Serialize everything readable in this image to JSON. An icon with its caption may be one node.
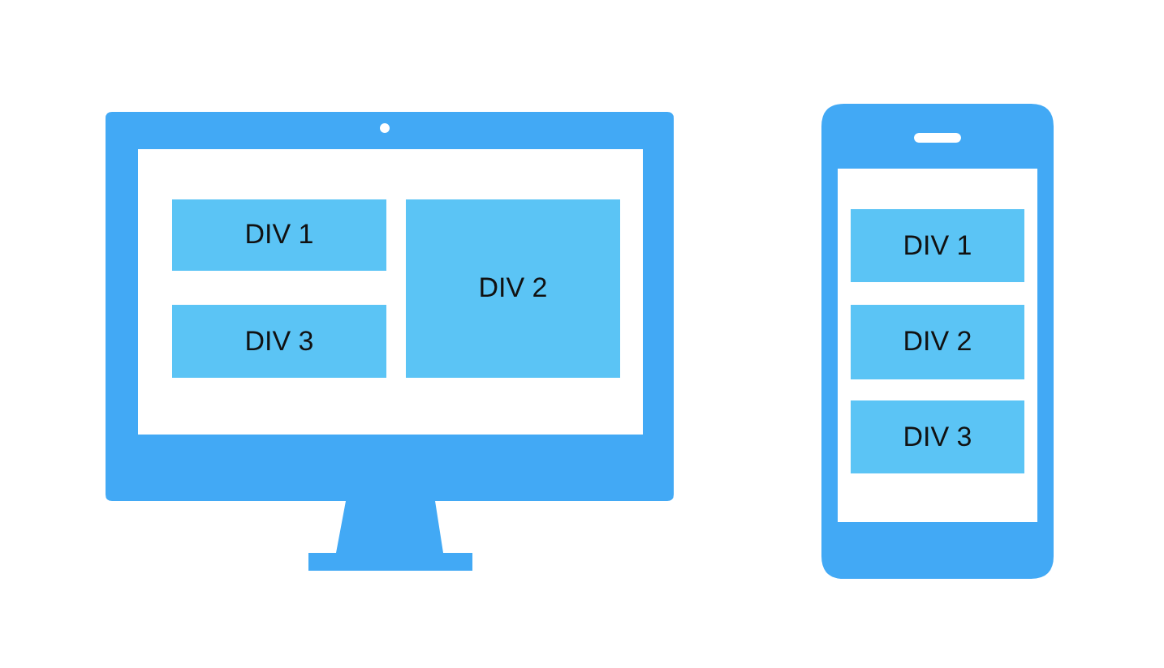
{
  "diagram": {
    "nodes": [
      {
        "text": [],
        "shape": "monitor"
      },
      {
        "text": [
          "DIV 1"
        ],
        "in": 0
      },
      {
        "text": [
          "DIV 2"
        ],
        "in": 0
      },
      {
        "text": [
          "DIV 3"
        ],
        "in": 0
      },
      {
        "text": [],
        "shape": "phone"
      },
      {
        "text": [
          "DIV 1"
        ],
        "in": 4
      },
      {
        "text": [
          "DIV 2"
        ],
        "in": 4
      },
      {
        "text": [
          "DIV 3"
        ],
        "in": 4
      }
    ]
  }
}
